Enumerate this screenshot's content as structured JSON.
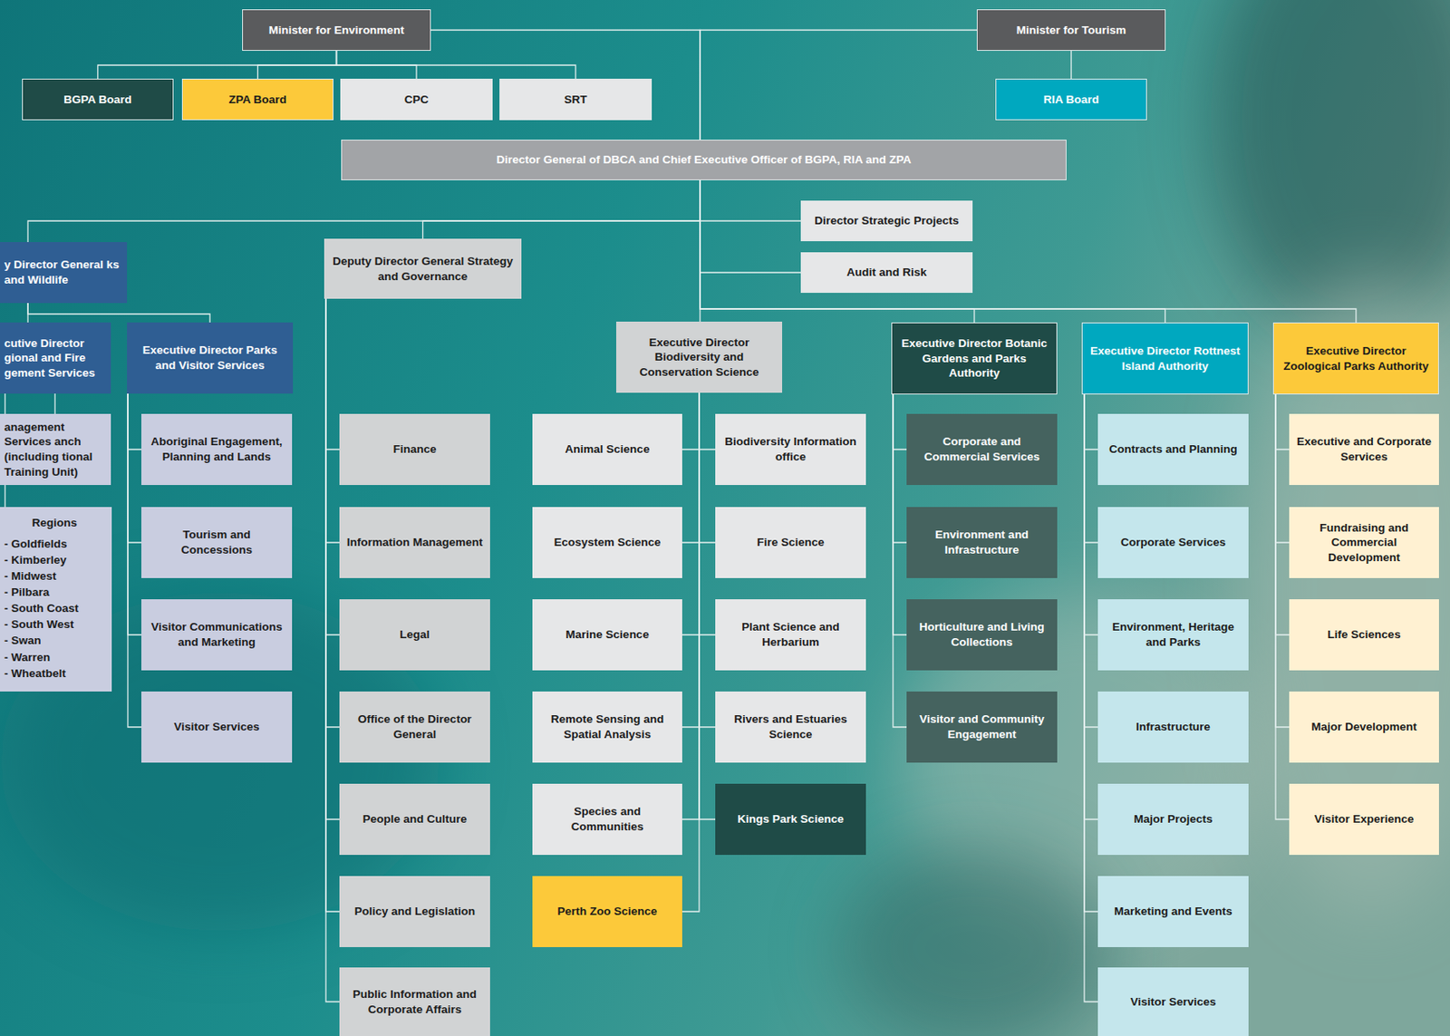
{
  "diagram": {
    "nodes": [
      {
        "text": [
          "Minister for Environment"
        ]
      },
      {
        "text": [
          "Minister for Tourism"
        ]
      },
      {
        "text": [
          "BGPA Board"
        ]
      },
      {
        "text": [
          "ZPA Board"
        ]
      },
      {
        "text": [
          "CPC"
        ]
      },
      {
        "text": [
          "SRT"
        ]
      },
      {
        "text": [
          "RIA Board"
        ]
      },
      {
        "text": [
          "Director General of DBCA and Chief Executive Officer of BGPA, RIA and ZPA"
        ]
      },
      {
        "text": [
          "Director Strategic Projects"
        ]
      },
      {
        "text": [
          "Audit and Risk"
        ]
      },
      {
        "text": [
          "y Director General ks and Wildlife"
        ]
      },
      {
        "text": [
          "Deputy Director General Strategy and Governance"
        ]
      },
      {
        "text": [
          "cutive Director gional and Fire gement Services"
        ]
      },
      {
        "text": [
          "Executive Director Parks and Visitor Services"
        ]
      },
      {
        "text": [
          "Executive Director Biodiversity and Conservation Science"
        ]
      },
      {
        "text": [
          "Executive Director Botanic Gardens and Parks Authority"
        ]
      },
      {
        "text": [
          "Executive Director Rottnest Island Authority"
        ]
      },
      {
        "text": [
          "Executive Director Zoological Parks Authority"
        ]
      },
      {
        "text": [
          "anagement Services anch (including tional Training Unit)"
        ]
      },
      {
        "text": [
          "Regions",
          "- Goldfields",
          "- Kimberley",
          "- Midwest",
          "- Pilbara",
          "- South Coast",
          "- South West",
          "- Swan",
          "- Warren",
          "- Wheatbelt"
        ]
      },
      {
        "text": [
          "Aboriginal Engagement, Planning and Lands"
        ]
      },
      {
        "text": [
          "Tourism and Concessions"
        ]
      },
      {
        "text": [
          "Visitor Communications and Marketing"
        ]
      },
      {
        "text": [
          "Visitor Services"
        ]
      },
      {
        "text": [
          "Finance"
        ]
      },
      {
        "text": [
          "Information Management"
        ]
      },
      {
        "text": [
          "Legal"
        ]
      },
      {
        "text": [
          "Office of the Director General"
        ]
      },
      {
        "text": [
          "People and Culture"
        ]
      },
      {
        "text": [
          "Policy and Legislation"
        ]
      },
      {
        "text": [
          "Public Information and Corporate Affairs"
        ]
      },
      {
        "text": [
          "Animal Science"
        ]
      },
      {
        "text": [
          "Ecosystem Science"
        ]
      },
      {
        "text": [
          "Marine Science"
        ]
      },
      {
        "text": [
          "Remote Sensing and Spatial Analysis"
        ]
      },
      {
        "text": [
          "Species and Communities"
        ]
      },
      {
        "text": [
          "Perth Zoo Science"
        ]
      },
      {
        "text": [
          "Biodiversity Information office"
        ]
      },
      {
        "text": [
          "Fire Science"
        ]
      },
      {
        "text": [
          "Plant Science and Herbarium"
        ]
      },
      {
        "text": [
          "Rivers and Estuaries Science"
        ]
      },
      {
        "text": [
          "Kings Park Science"
        ]
      },
      {
        "text": [
          "Corporate and Commercial Services"
        ]
      },
      {
        "text": [
          "Environment and Infrastructure"
        ]
      },
      {
        "text": [
          "Horticulture and Living Collections"
        ]
      },
      {
        "text": [
          "Visitor and Community Engagement"
        ]
      },
      {
        "text": [
          "Contracts and Planning"
        ]
      },
      {
        "text": [
          "Corporate Services"
        ]
      },
      {
        "text": [
          "Environment, Heritage and Parks"
        ]
      },
      {
        "text": [
          "Infrastructure"
        ]
      },
      {
        "text": [
          "Major Projects"
        ]
      },
      {
        "text": [
          "Marketing and Events"
        ]
      },
      {
        "text": [
          "Visitor Services"
        ]
      },
      {
        "text": [
          "Executive and Corporate Services"
        ]
      },
      {
        "text": [
          "Fundraising and Commercial Development"
        ]
      },
      {
        "text": [
          "Life Sciences"
        ]
      },
      {
        "text": [
          "Major Development"
        ]
      },
      {
        "text": [
          "Visitor Experience"
        ]
      }
    ],
    "edges": [
      {
        "from": 0,
        "to": 2,
        "arrow": "none"
      },
      {
        "from": 0,
        "to": 3,
        "arrow": "none"
      },
      {
        "from": 0,
        "to": 4,
        "arrow": "none"
      },
      {
        "from": 0,
        "to": 5,
        "arrow": "none"
      },
      {
        "from": 1,
        "to": 6,
        "arrow": "none"
      },
      {
        "from": 0,
        "to": 7,
        "arrow": "none"
      },
      {
        "from": 1,
        "to": 7,
        "arrow": "none"
      },
      {
        "from": 7,
        "to": 8,
        "arrow": "none"
      },
      {
        "from": 7,
        "to": 9,
        "arrow": "none"
      },
      {
        "from": 7,
        "to": 10,
        "arrow": "none"
      },
      {
        "from": 7,
        "to": 11,
        "arrow": "none"
      },
      {
        "from": 7,
        "to": 14,
        "arrow": "none"
      },
      {
        "from": 7,
        "to": 15,
        "arrow": "none"
      },
      {
        "from": 7,
        "to": 16,
        "arrow": "none"
      },
      {
        "from": 7,
        "to": 17,
        "arrow": "none"
      },
      {
        "from": 10,
        "to": 12,
        "arrow": "none"
      },
      {
        "from": 10,
        "to": 13,
        "arrow": "none"
      },
      {
        "from": 12,
        "to": 18,
        "arrow": "none"
      },
      {
        "from": 12,
        "to": 19,
        "arrow": "none"
      },
      {
        "from": 13,
        "to": 20,
        "arrow": "none"
      },
      {
        "from": 13,
        "to": 21,
        "arrow": "none"
      },
      {
        "from": 13,
        "to": 22,
        "arrow": "none"
      },
      {
        "from": 13,
        "to": 23,
        "arrow": "none"
      },
      {
        "from": 11,
        "to": 24,
        "arrow": "none"
      },
      {
        "from": 11,
        "to": 25,
        "arrow": "none"
      },
      {
        "from": 11,
        "to": 26,
        "arrow": "none"
      },
      {
        "from": 11,
        "to": 27,
        "arrow": "none"
      },
      {
        "from": 11,
        "to": 28,
        "arrow": "none"
      },
      {
        "from": 11,
        "to": 29,
        "arrow": "none"
      },
      {
        "from": 11,
        "to": 30,
        "arrow": "none"
      },
      {
        "from": 14,
        "to": 31,
        "arrow": "none"
      },
      {
        "from": 14,
        "to": 32,
        "arrow": "none"
      },
      {
        "from": 14,
        "to": 33,
        "arrow": "none"
      },
      {
        "from": 14,
        "to": 34,
        "arrow": "none"
      },
      {
        "from": 14,
        "to": 35,
        "arrow": "none"
      },
      {
        "from": 14,
        "to": 36,
        "arrow": "none"
      },
      {
        "from": 14,
        "to": 37,
        "arrow": "none"
      },
      {
        "from": 14,
        "to": 38,
        "arrow": "none"
      },
      {
        "from": 14,
        "to": 39,
        "arrow": "none"
      },
      {
        "from": 14,
        "to": 40,
        "arrow": "none"
      },
      {
        "from": 14,
        "to": 41,
        "arrow": "none"
      },
      {
        "from": 15,
        "to": 42,
        "arrow": "none"
      },
      {
        "from": 15,
        "to": 43,
        "arrow": "none"
      },
      {
        "from": 15,
        "to": 44,
        "arrow": "none"
      },
      {
        "from": 15,
        "to": 45,
        "arrow": "none"
      },
      {
        "from": 16,
        "to": 46,
        "arrow": "none"
      },
      {
        "from": 16,
        "to": 47,
        "arrow": "none"
      },
      {
        "from": 16,
        "to": 48,
        "arrow": "none"
      },
      {
        "from": 16,
        "to": 49,
        "arrow": "none"
      },
      {
        "from": 16,
        "to": 50,
        "arrow": "none"
      },
      {
        "from": 16,
        "to": 51,
        "arrow": "none"
      },
      {
        "from": 16,
        "to": 52,
        "arrow": "none"
      },
      {
        "from": 17,
        "to": 53,
        "arrow": "none"
      },
      {
        "from": 17,
        "to": 54,
        "arrow": "none"
      },
      {
        "from": 17,
        "to": 55,
        "arrow": "none"
      },
      {
        "from": 17,
        "to": 56,
        "arrow": "none"
      },
      {
        "from": 17,
        "to": 57,
        "arrow": "none"
      }
    ]
  }
}
